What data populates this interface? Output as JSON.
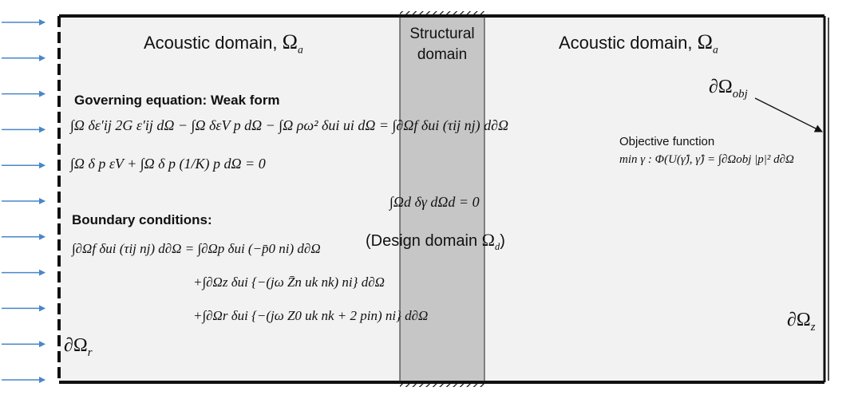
{
  "left_domain": {
    "name": "Acoustic domain,",
    "symbol": "Ω",
    "sub": "a"
  },
  "right_domain": {
    "name": "Acoustic domain,",
    "symbol": "Ω",
    "sub": "a"
  },
  "structural": {
    "line1": "Structural",
    "line2": "domain"
  },
  "governing": {
    "heading": "Governing equation: Weak form",
    "eq1": "∫Ω δε′ij 2G ε′ij dΩ − ∫Ω δεV p dΩ − ∫Ω ρω² δui ui dΩ = ∫∂Ωf δui (τij nj) d∂Ω",
    "eq2": "∫Ω δ p εV + ∫Ω δ p (1/K) p dΩ = 0"
  },
  "design": {
    "eq": "∫Ωd δγ dΩd = 0",
    "label_pre": "(Design domain",
    "symbol": "Ω",
    "sub": "d",
    "label_post": ")"
  },
  "boundary": {
    "heading": "Boundary conditions:",
    "line1": "∫∂Ωf δui (τij nj) d∂Ω = ∫∂Ωp δui (−p̄0 ni) d∂Ω",
    "line2": "+∫∂Ωz δui {−(jω Z̄n uk nk) ni} d∂Ω",
    "line3": "+∫∂Ωr δui {−(jω Z0 uk nk + 2 pin) ni} d∂Ω"
  },
  "objective": {
    "title": "Objective function",
    "formula": "min γ : Φ(U(γ̂), γ̂) = ∫∂Ωobj |p|² d∂Ω"
  },
  "boundary_labels": {
    "obj": {
      "symbol": "∂Ω",
      "sub": "obj"
    },
    "z": {
      "symbol": "∂Ω",
      "sub": "z"
    },
    "r": {
      "symbol": "∂Ω",
      "sub": "r"
    }
  },
  "incident_wave_arrows": 11
}
